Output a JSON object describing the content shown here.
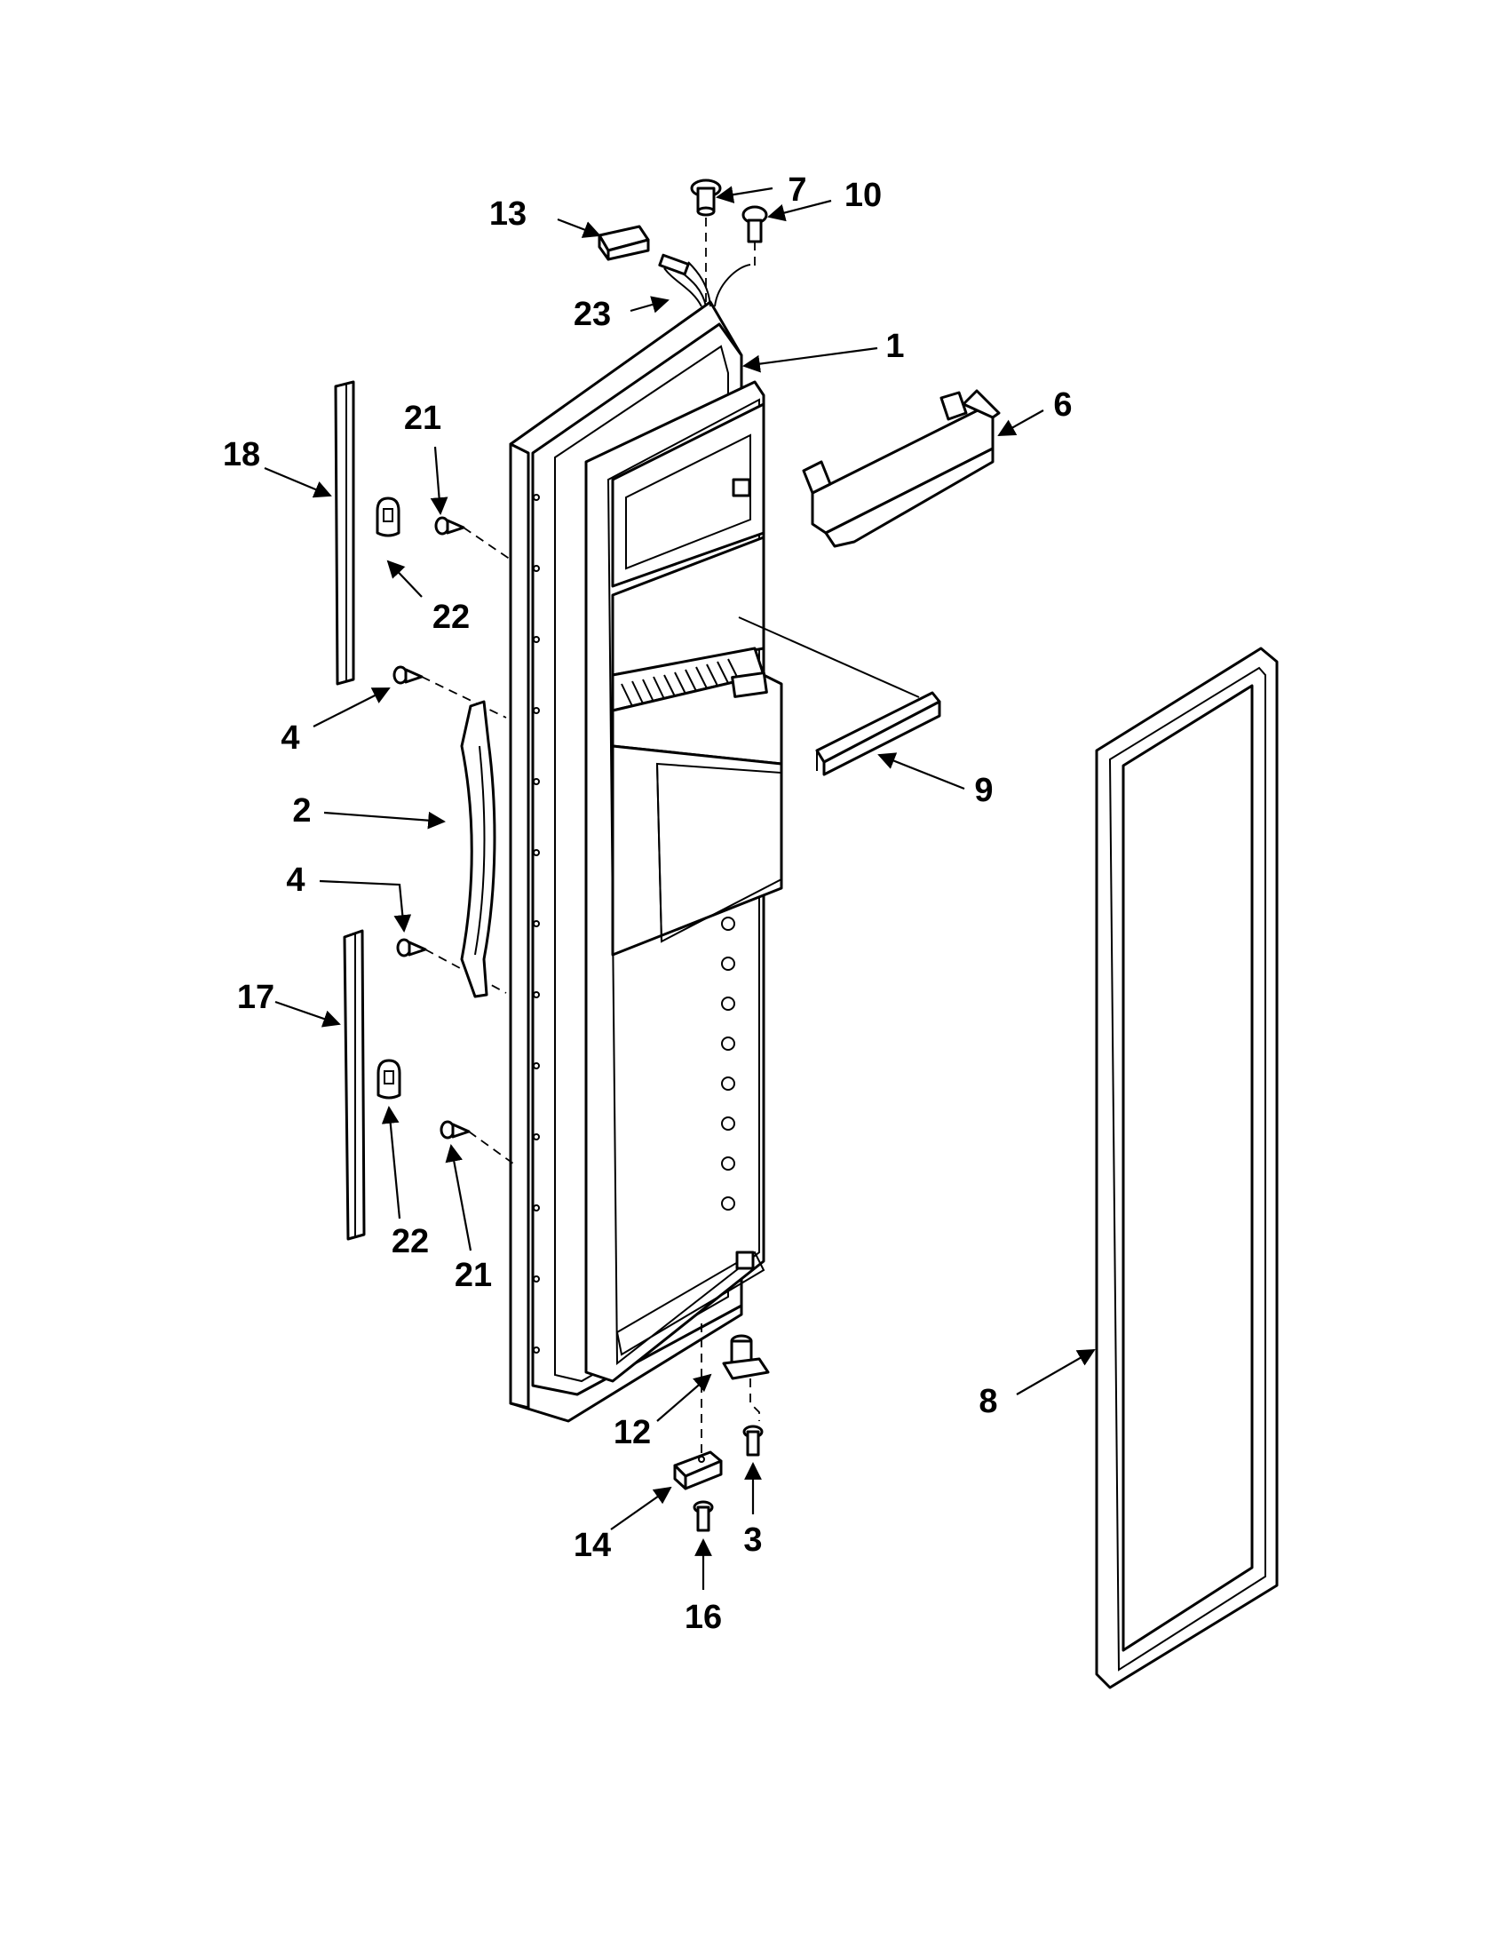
{
  "diagram": {
    "callouts": [
      {
        "id": "1",
        "label": "1"
      },
      {
        "id": "2",
        "label": "2"
      },
      {
        "id": "3",
        "label": "3"
      },
      {
        "id": "4a",
        "label": "4"
      },
      {
        "id": "4b",
        "label": "4"
      },
      {
        "id": "6",
        "label": "6"
      },
      {
        "id": "7",
        "label": "7"
      },
      {
        "id": "8",
        "label": "8"
      },
      {
        "id": "9",
        "label": "9"
      },
      {
        "id": "10",
        "label": "10"
      },
      {
        "id": "12",
        "label": "12"
      },
      {
        "id": "13",
        "label": "13"
      },
      {
        "id": "14",
        "label": "14"
      },
      {
        "id": "16",
        "label": "16"
      },
      {
        "id": "17",
        "label": "17"
      },
      {
        "id": "18",
        "label": "18"
      },
      {
        "id": "21a",
        "label": "21"
      },
      {
        "id": "21b",
        "label": "21"
      },
      {
        "id": "22a",
        "label": "22"
      },
      {
        "id": "22b",
        "label": "22"
      },
      {
        "id": "23",
        "label": "23"
      }
    ]
  }
}
